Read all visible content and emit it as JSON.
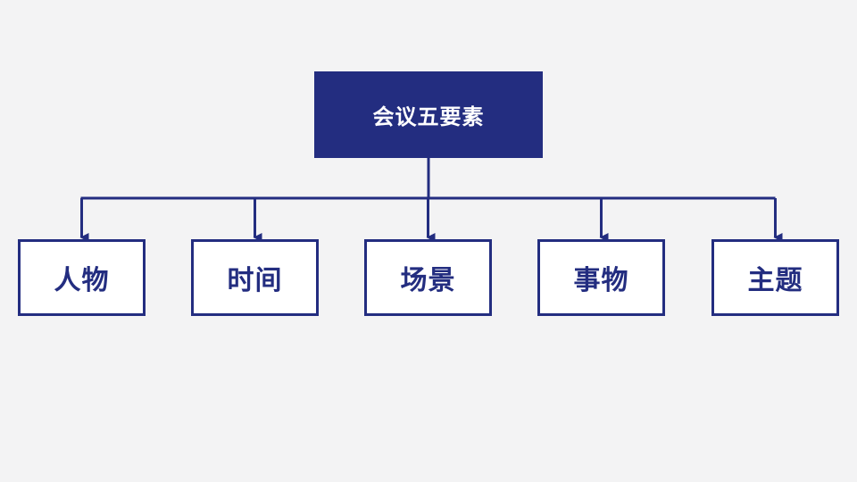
{
  "diagram": {
    "root": {
      "label": "会议五要素"
    },
    "children": [
      {
        "label": "人物"
      },
      {
        "label": "时间"
      },
      {
        "label": "场景"
      },
      {
        "label": "事物"
      },
      {
        "label": "主题"
      }
    ]
  },
  "colors": {
    "primary": "#232d80",
    "background": "#f3f3f4",
    "box_fill": "#ffffff",
    "root_text": "#ffffff"
  }
}
